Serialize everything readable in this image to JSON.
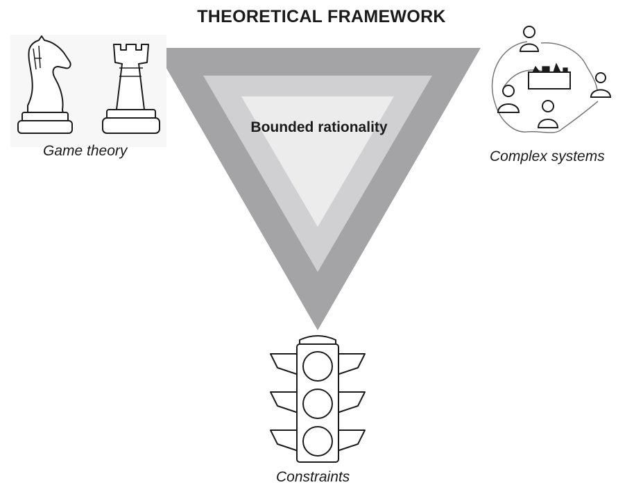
{
  "title": "THEORETICAL FRAMEWORK",
  "center_label": "Bounded rationality",
  "nodes": {
    "game_theory": {
      "label": "Game theory",
      "icon": "chess-pieces-icon"
    },
    "complex_systems": {
      "label": "Complex systems",
      "icon": "people-network-icon"
    },
    "constraints": {
      "label": "Constraints",
      "icon": "traffic-light-icon"
    }
  },
  "colors": {
    "outer_triangle": "#a4a4a6",
    "middle_triangle": "#d0d0d2",
    "inner_triangle": "#ececec",
    "ink": "#1a1a1a"
  }
}
